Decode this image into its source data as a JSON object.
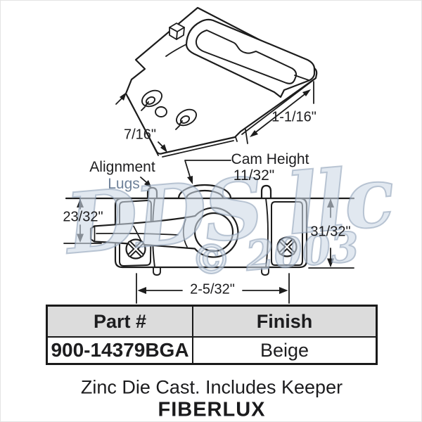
{
  "watermark": {
    "script_text": "DDS llc",
    "year_text": "© 2003",
    "color": "#9aaac0"
  },
  "keeper_diagram": {
    "dim_edge_short": "7/16\"",
    "dim_edge_long": "1-1/16\""
  },
  "lock_diagram": {
    "label_alignment_1": "Alignment",
    "label_alignment_2": "Lugs",
    "label_cam_1": "Cam Height",
    "label_cam_2": "11/32\"",
    "dim_left_height": "23/32\"",
    "dim_right_height": "31/32\"",
    "dim_bottom_width": "2-5/32\""
  },
  "table": {
    "col1_header": "Part #",
    "col2_header": "Finish",
    "col1_value": "900-14379BGA",
    "col2_value": "Beige",
    "header_bg": "#dcdcdc"
  },
  "footer": {
    "description": "Zinc Die Cast. Includes Keeper",
    "brand": "FIBERLUX"
  }
}
